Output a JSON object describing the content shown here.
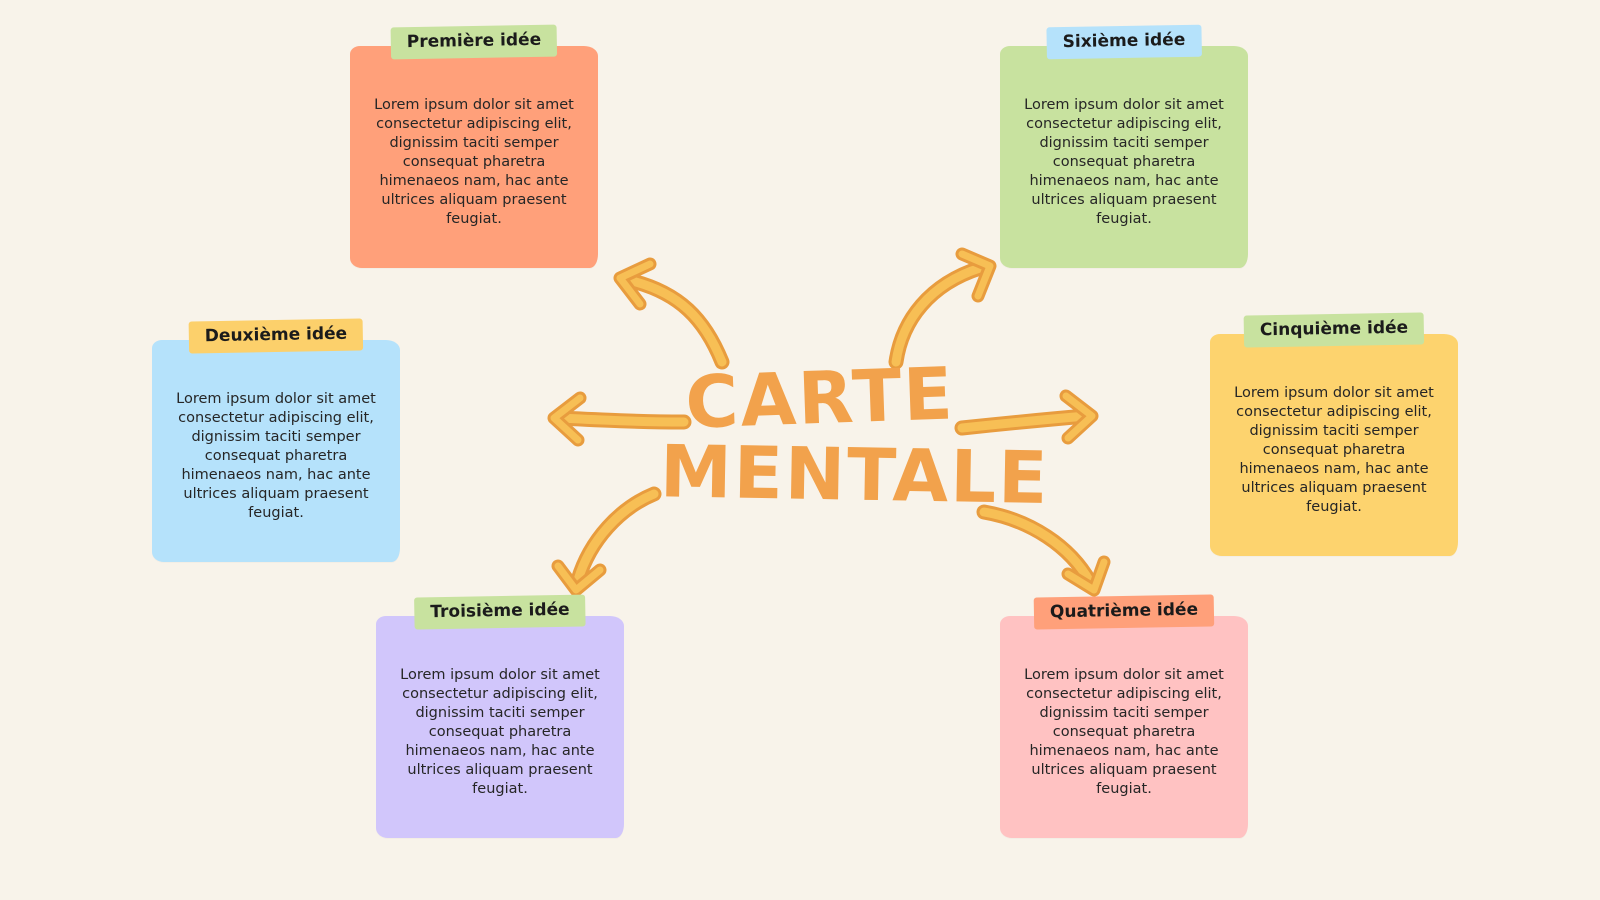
{
  "title": {
    "line1": "CARTE",
    "line2": "MENTALE"
  },
  "colors": {
    "title": "#f2a24c",
    "arrow": "#f4b24d",
    "background": "#f8f3ea"
  },
  "ideas": [
    {
      "label": "Première idée",
      "text": "Lorem ipsum dolor sit amet consectetur adipiscing elit, dignissim taciti semper consequat pharetra himenaeos nam, hac ante ultrices aliquam praesent feugiat.",
      "note_color": "#ffa07a",
      "tag_color": "#c8e29f"
    },
    {
      "label": "Deuxième idée",
      "text": "Lorem ipsum dolor sit amet consectetur adipiscing elit, dignissim taciti semper consequat pharetra himenaeos nam, hac ante ultrices aliquam praesent feugiat.",
      "note_color": "#b5e2fb",
      "tag_color": "#fcd06b"
    },
    {
      "label": "Troisième idée",
      "text": "Lorem ipsum dolor sit amet consectetur adipiscing elit, dignissim taciti semper consequat pharetra himenaeos nam, hac ante ultrices aliquam praesent feugiat.",
      "note_color": "#d1c6fb",
      "tag_color": "#c8e29f"
    },
    {
      "label": "Quatrième idée",
      "text": "Lorem ipsum dolor sit amet consectetur adipiscing elit, dignissim taciti semper consequat pharetra himenaeos nam, hac ante ultrices aliquam praesent feugiat.",
      "note_color": "#ffc2c2",
      "tag_color": "#ffa07a"
    },
    {
      "label": "Cinquième idée",
      "text": "Lorem ipsum dolor sit amet consectetur adipiscing elit, dignissim taciti semper consequat pharetra himenaeos nam, hac ante ultrices aliquam praesent feugiat.",
      "note_color": "#fdd36e",
      "tag_color": "#c8e29f"
    },
    {
      "label": "Sixième idée",
      "text": "Lorem ipsum dolor sit amet consectetur adipiscing elit, dignissim taciti semper consequat pharetra himenaeos nam, hac ante ultrices aliquam praesent feugiat.",
      "note_color": "#c8e29f",
      "tag_color": "#b5e2fb"
    }
  ]
}
